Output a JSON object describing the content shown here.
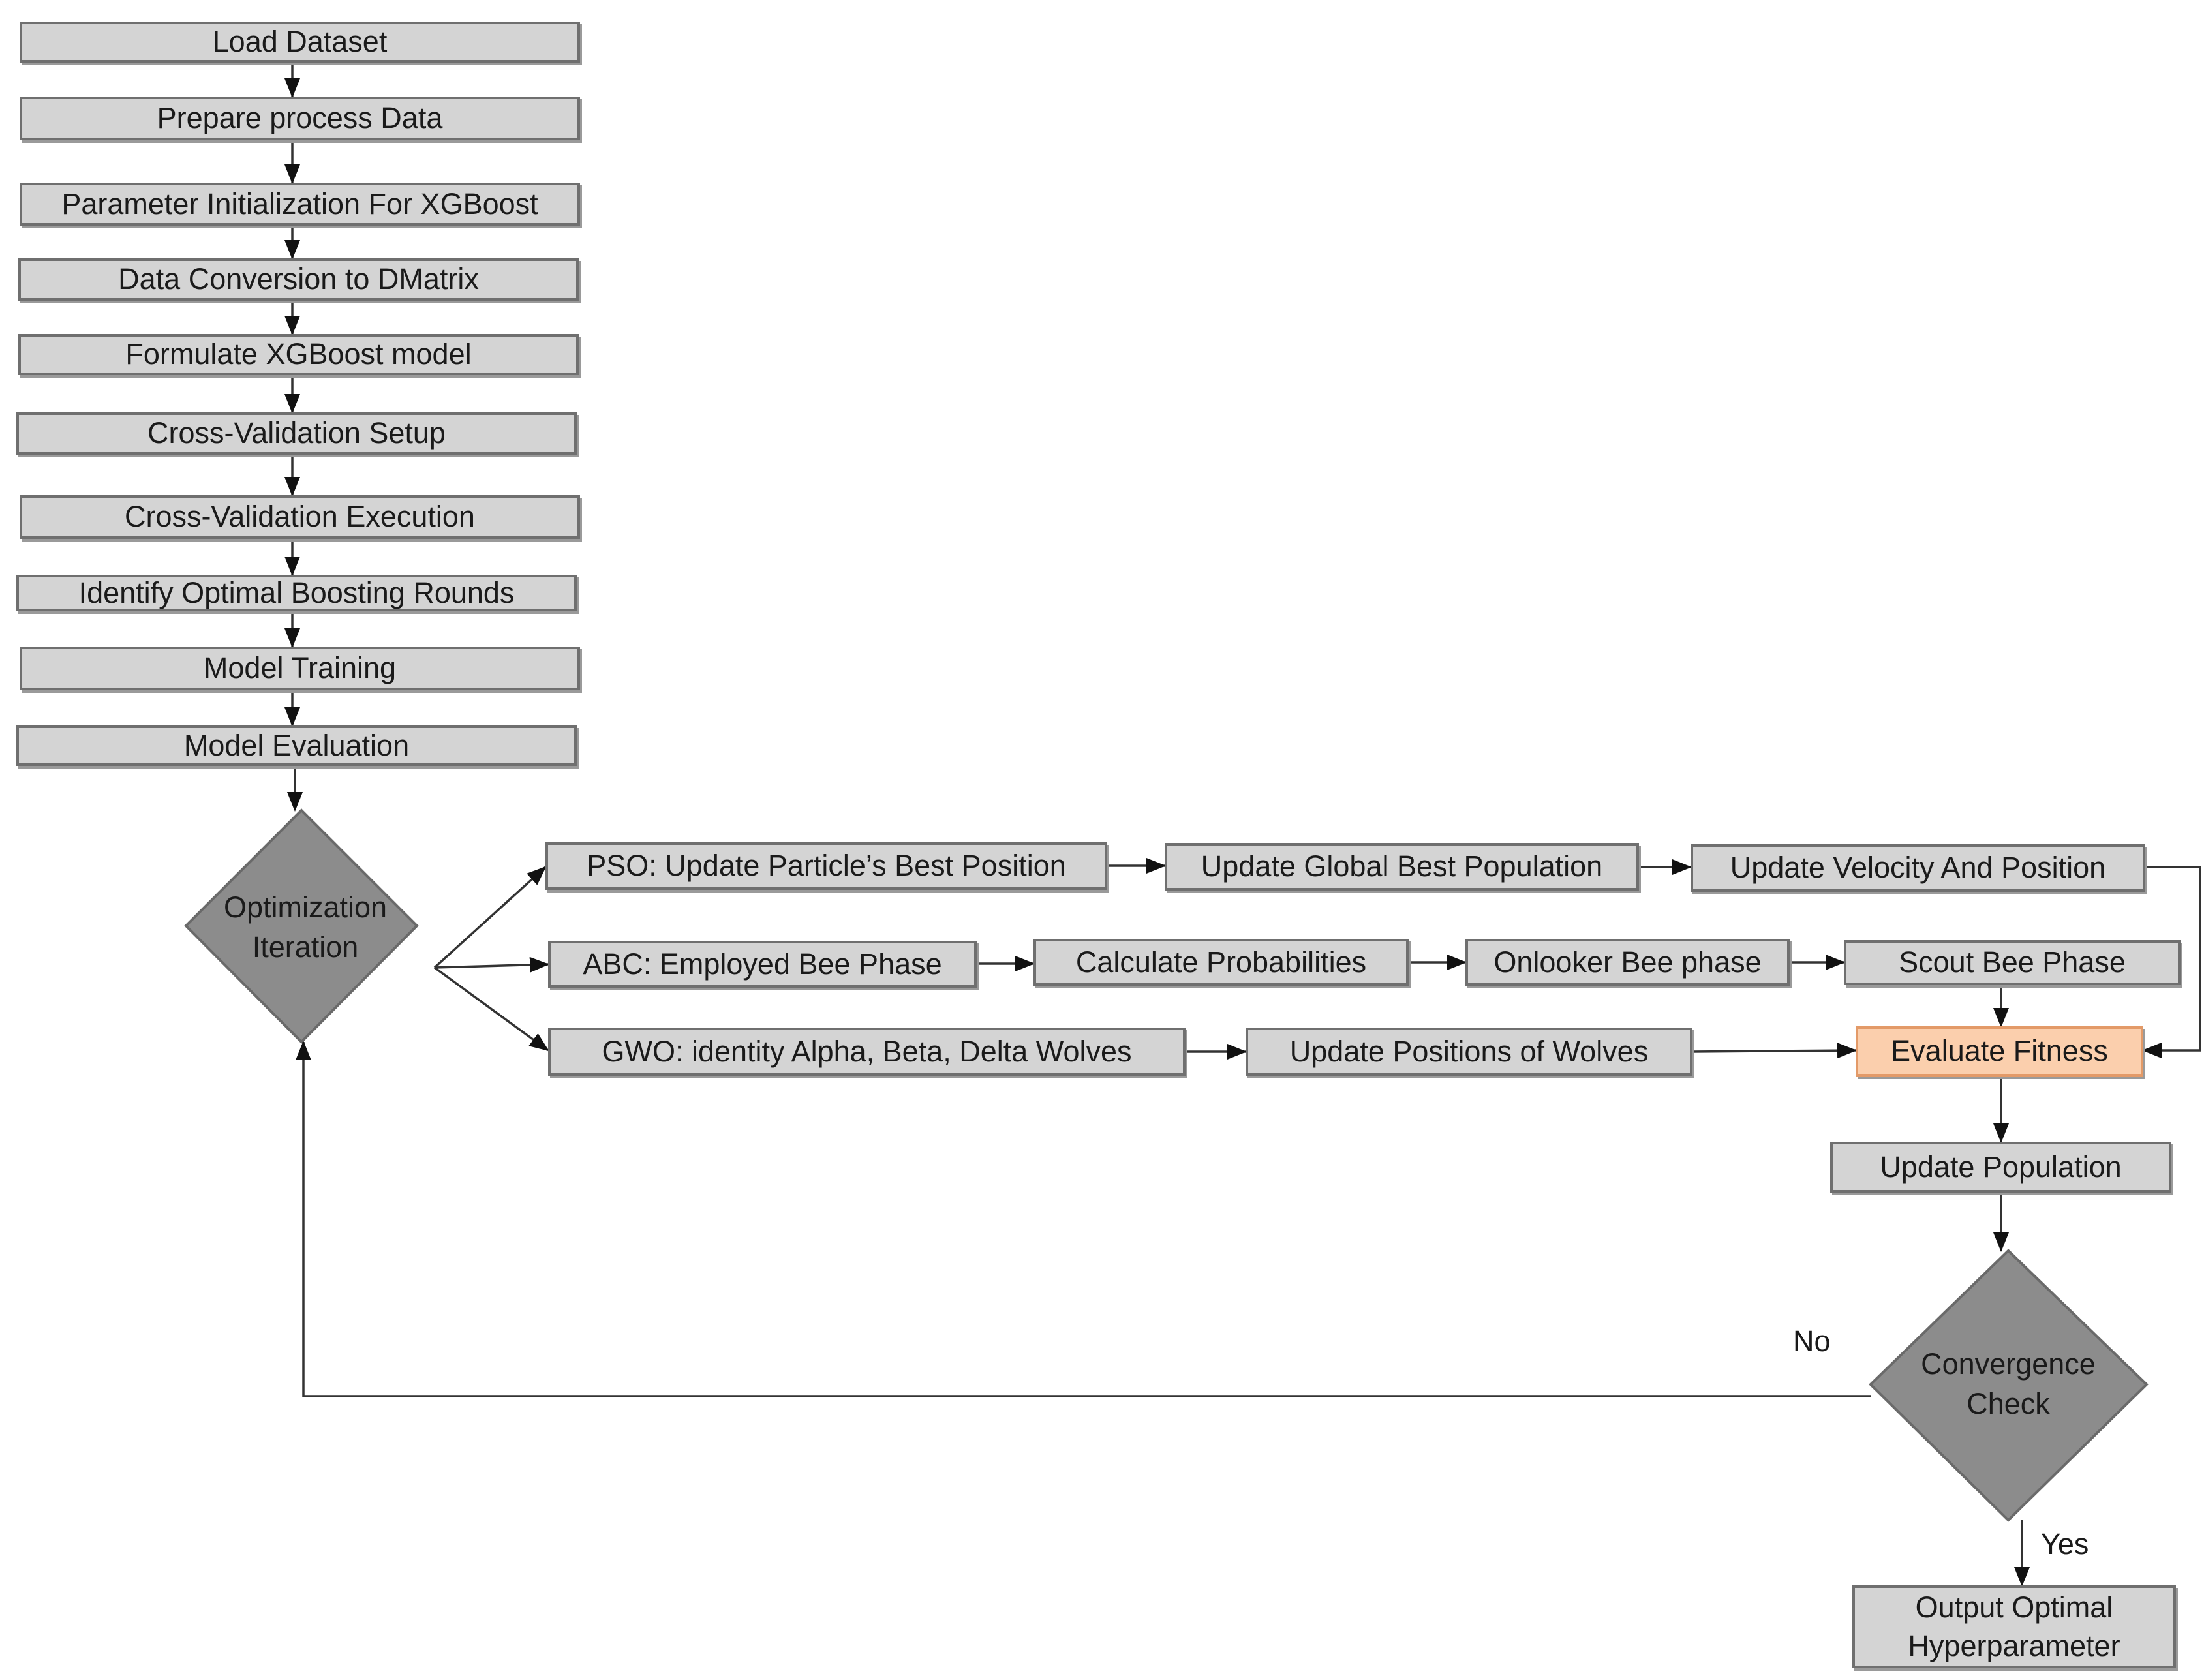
{
  "steps": {
    "load": "Load Dataset",
    "prepare": "Prepare process Data",
    "param_init": "Parameter Initialization For XGBoost",
    "dmatrix": "Data Conversion to DMatrix",
    "formulate": "Formulate XGBoost model",
    "cv_setup": "Cross-Validation Setup",
    "cv_exec": "Cross-Validation Execution",
    "optimal_rounds": "Identify Optimal Boosting Rounds",
    "training": "Model Training",
    "evaluation": "Model Evaluation"
  },
  "optimization": {
    "label": "Optimization Iteration"
  },
  "pso": {
    "step1": "PSO: Update Particle’s Best Position",
    "step2": "Update Global Best Population",
    "step3": "Update Velocity And Position"
  },
  "abc": {
    "step1": "ABC: Employed Bee Phase",
    "step2": "Calculate Probabilities",
    "step3": "Onlooker Bee phase",
    "step4": "Scout Bee Phase"
  },
  "gwo": {
    "step1": "GWO: identity Alpha, Beta, Delta Wolves",
    "step2": "Update Positions of Wolves"
  },
  "evaluate_fitness": "Evaluate Fitness",
  "update_population": "Update Population",
  "convergence": {
    "label": "Convergence Check",
    "no_label": "No",
    "yes_label": "Yes"
  },
  "output": "Output Optimal Hyperparameter",
  "colors": {
    "box_fill": "#d4d4d4",
    "box_border": "#6f6f6f",
    "diamond_fill": "#8c8c8c",
    "highlight_fill": "#fbcfad",
    "highlight_border": "#e39a68",
    "line": "#333333"
  }
}
